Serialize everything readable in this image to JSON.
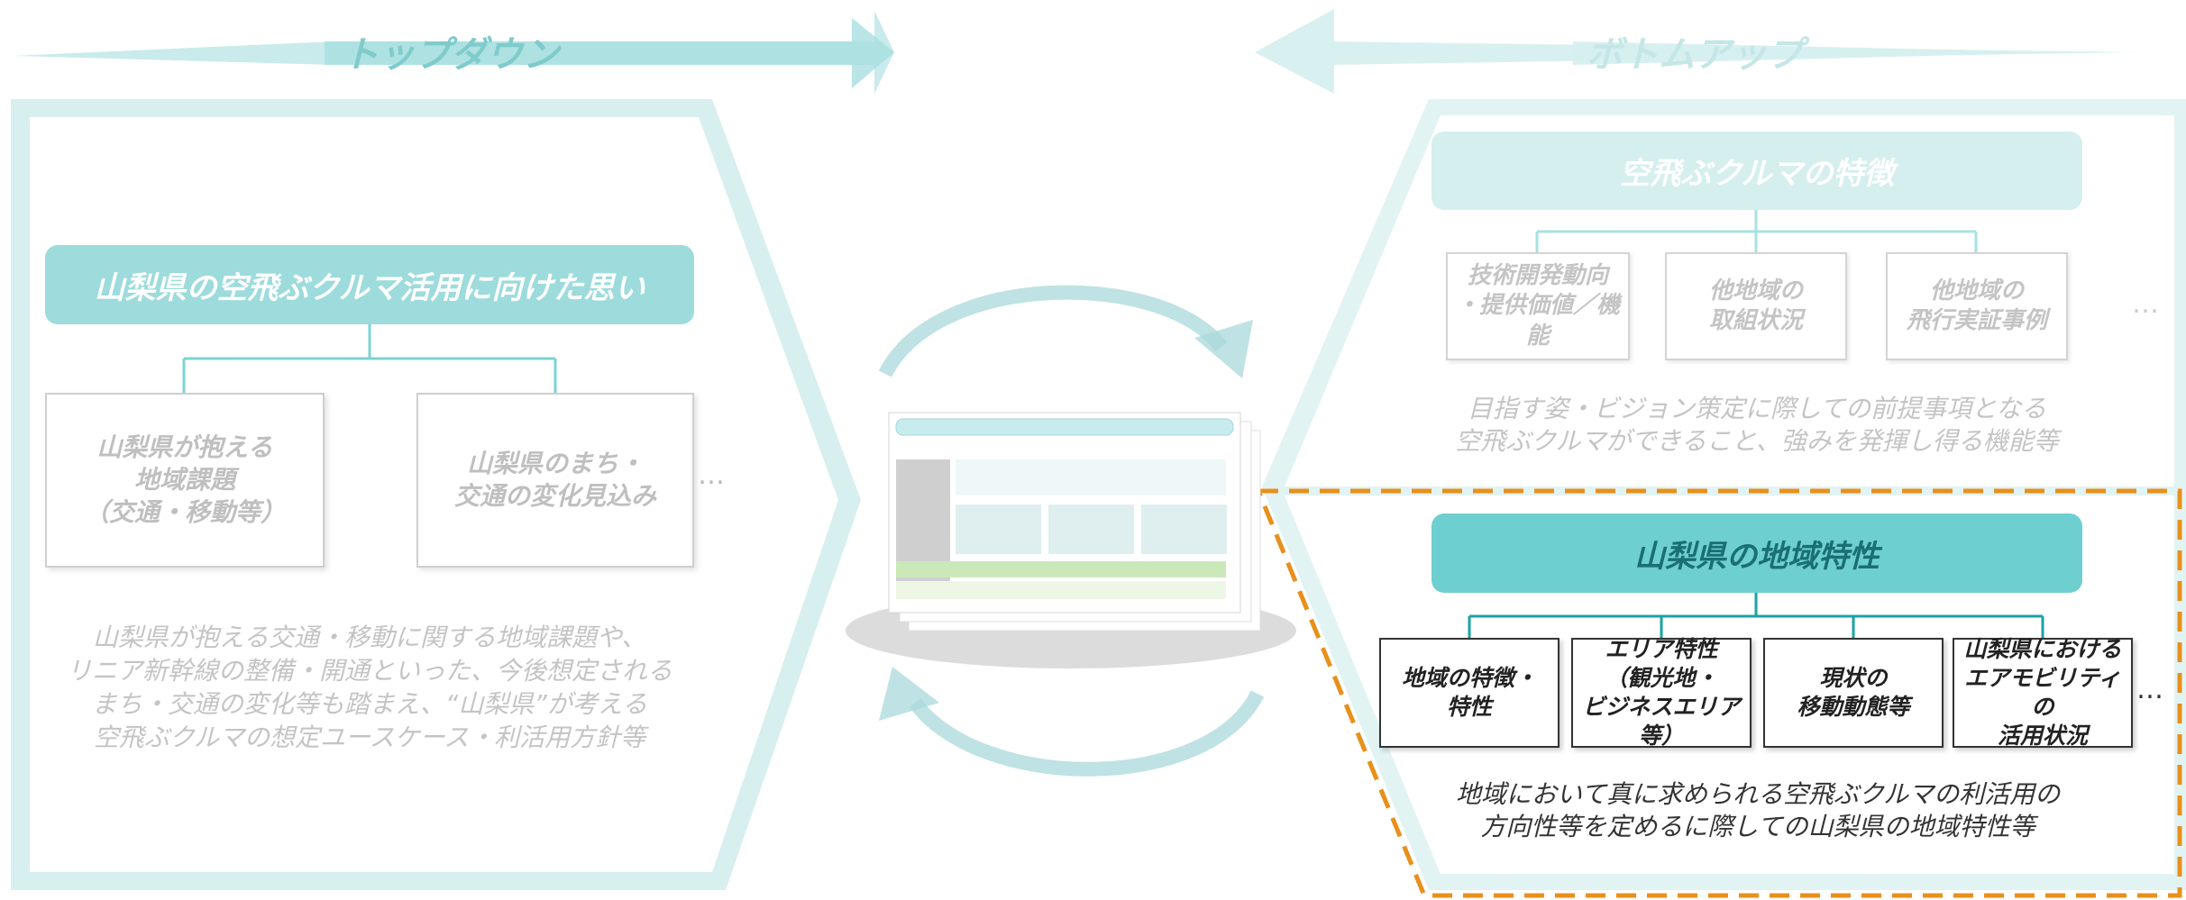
{
  "banners": {
    "topdown": "トップダウン",
    "bottomup": "ボトムアップ"
  },
  "left_panel": {
    "title": "山梨県の空飛ぶクルマ活用に向けた思い",
    "cards": [
      "山梨県が抱える\n地域課題\n（交通・移動等）",
      "山梨県のまち・\n交通の変化見込み"
    ],
    "ellipsis": "…",
    "description": "山梨県が抱える交通・移動に関する地域課題や、\nリニア新幹線の整備・開通といった、今後想定される\nまち・交通の変化等も踏まえ、“山梨県”が考える\n空飛ぶクルマの想定ユースケース・利活用方針等"
  },
  "right_top_panel": {
    "title": "空飛ぶクルマの特徴",
    "cards": [
      "技術開発動向\n・提供価値／機能",
      "他地域の\n取組状況",
      "他地域の\n飛行実証事例"
    ],
    "ellipsis": "…",
    "description": "目指す姿・ビジョン策定に際しての前提事項となる\n空飛ぶクルマができること、強みを発揮し得る機能等"
  },
  "right_bottom_panel": {
    "title": "山梨県の地域特性",
    "cards": [
      "地域の特徴・\n特性",
      "エリア特性\n（観光地・\nビジネスエリア等）",
      "現状の\n移動動態等",
      "山梨県における\nエアモビリティの\n活用状況"
    ],
    "ellipsis": "…",
    "description": "地域において真に求められる空飛ぶクルマの利活用の\n方向性等を定めるに際しての山梨県の地域特性等"
  },
  "colors": {
    "teal_light": "#d5eeee",
    "teal_mid": "#9ddbdc",
    "teal_strong": "#6ecfd0",
    "teal_line": "#1aa3a5",
    "orange_dash": "#e8901c",
    "faded_text": "#c4c4c4",
    "dark_text": "#222222"
  },
  "icons": [
    "cycle-arrow-icon",
    "document-stack-icon"
  ]
}
